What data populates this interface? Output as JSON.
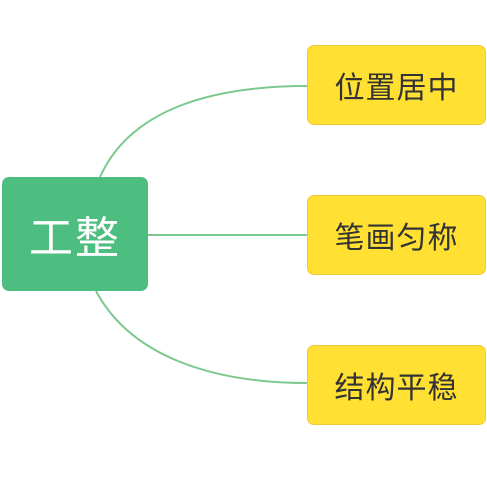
{
  "diagram": {
    "root": {
      "label": "工整",
      "color": "#4dbd80"
    },
    "children": [
      {
        "label": "位置居中"
      },
      {
        "label": "笔画匀称"
      },
      {
        "label": "结构平稳"
      }
    ],
    "child_color": "#ffe033",
    "connector_color": "#7cc98e"
  }
}
